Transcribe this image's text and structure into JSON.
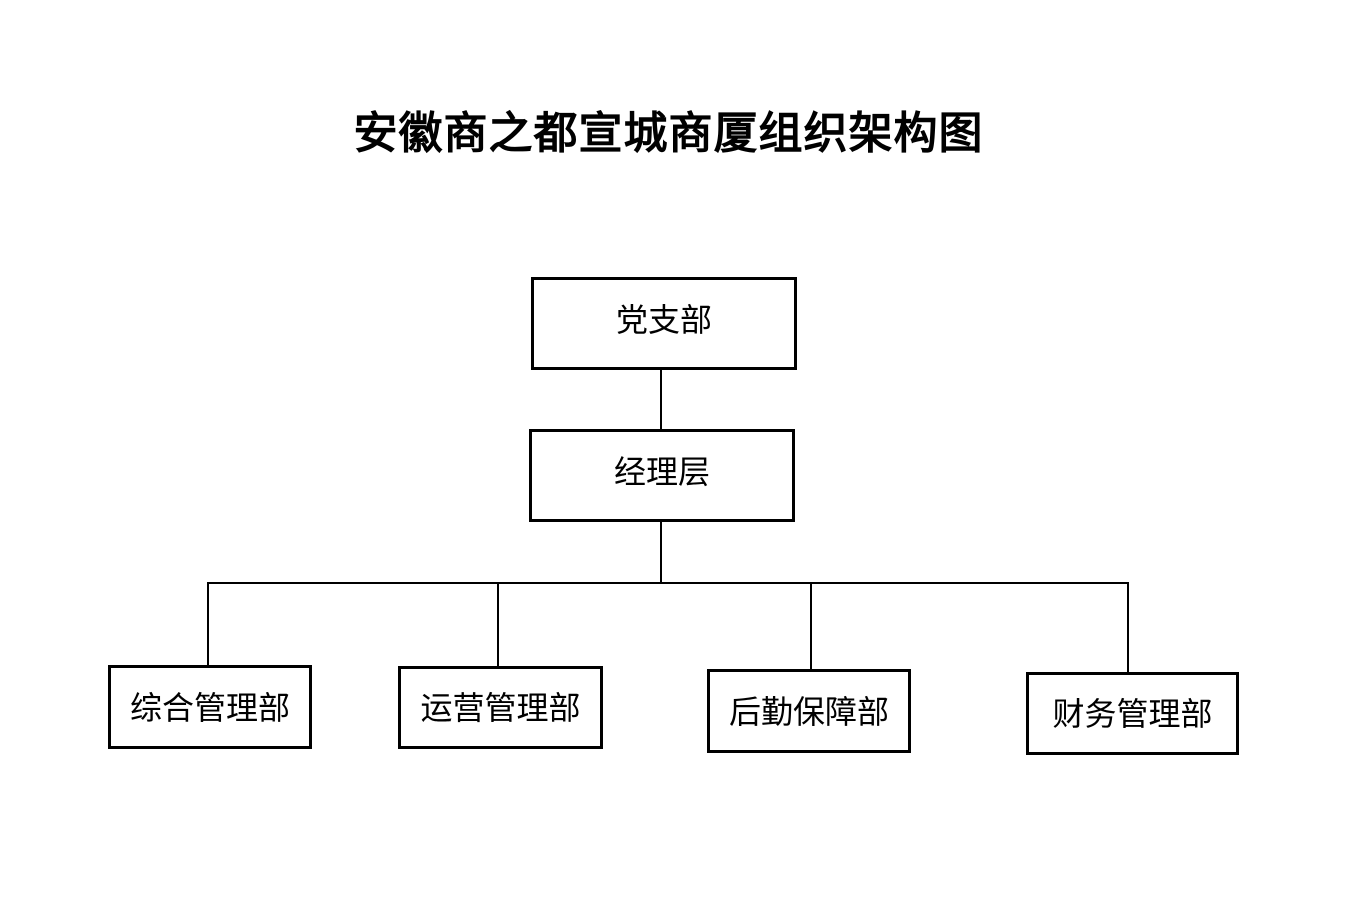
{
  "title": "安徽商之都宣城商厦组织架构图",
  "org_chart": {
    "type": "org-tree",
    "root": {
      "label": "党支部"
    },
    "manager": {
      "label": "经理层"
    },
    "departments": [
      {
        "label": "综合管理部"
      },
      {
        "label": "运营管理部"
      },
      {
        "label": "后勤保障部"
      },
      {
        "label": "财务管理部"
      }
    ],
    "edges": [
      [
        "党支部",
        "经理层"
      ],
      [
        "经理层",
        "综合管理部"
      ],
      [
        "经理层",
        "运营管理部"
      ],
      [
        "经理层",
        "后勤保障部"
      ],
      [
        "经理层",
        "财务管理部"
      ]
    ]
  },
  "colors": {
    "background": "#ffffff",
    "line": "#000000",
    "text": "#000000"
  }
}
